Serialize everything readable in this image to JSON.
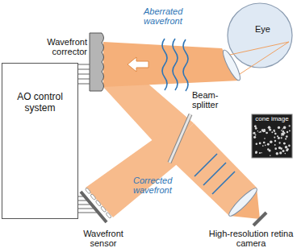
{
  "diagram": {
    "nodes": [
      {
        "text": [
          "AO control system"
        ]
      },
      {
        "text": [
          "Wavefront corrector"
        ]
      },
      {
        "text": [
          "Wavefront sensor"
        ]
      }
    ],
    "edges": [
      {
        "from": 0,
        "to": 1,
        "arrow": "none"
      },
      {
        "from": 0,
        "to": 2,
        "arrow": "none"
      }
    ],
    "labels": [
      "Eye",
      "Aberrated wavefront",
      "Beam-splitter",
      "cone image",
      "Corrected wavefront",
      "High-resolution retina camera"
    ]
  }
}
